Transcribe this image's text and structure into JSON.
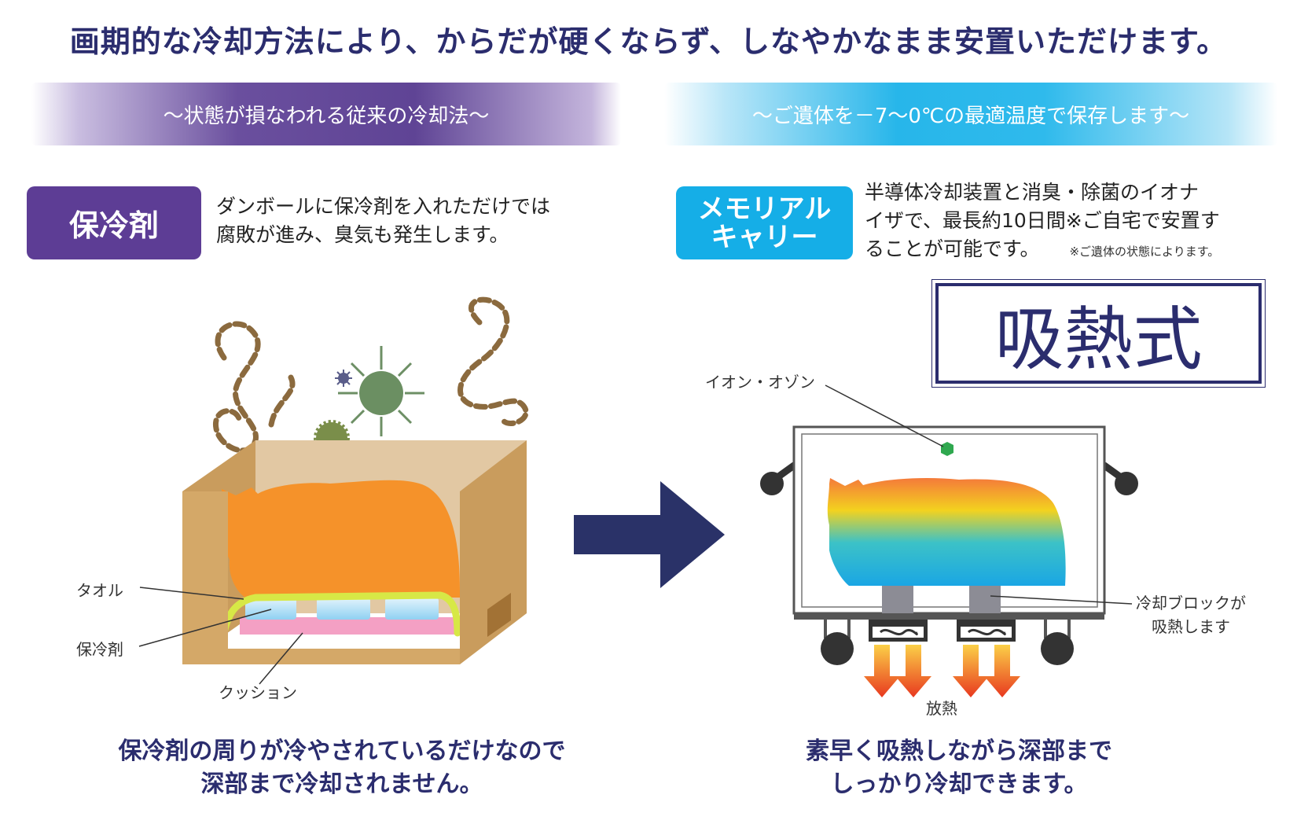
{
  "headline": "画期的な冷却方法により、からだが硬くならず、しなやかなまま安置いただけます。",
  "left": {
    "band": "～状態が損なわれる従来の冷却法～",
    "badge": "保冷剤",
    "description_line1": "ダンボールに保冷剤を入れただけでは",
    "description_line2": "腐敗が進み、臭気も発生します。",
    "labels": {
      "towel": "タオル",
      "ice_pack": "保冷剤",
      "cushion": "クッション"
    },
    "caption_line1": "保冷剤の周りが冷やされているだけなので",
    "caption_line2": "深部まで冷却されません。"
  },
  "right": {
    "band": "～ご遺体を－7～0℃の最適温度で保存します～",
    "badge_line1": "メモリアル",
    "badge_line2": "キャリー",
    "description_line1": "半導体冷却装置と消臭・除菌のイオナ",
    "description_line2": "イザで、最長約10日間※ご自宅で安置す",
    "description_line3": "ることが可能です。",
    "note": "※ご遺体の状態によります。",
    "method": "吸熱式",
    "labels": {
      "ion": "イオン・オゾン",
      "cooling_block_line1": "冷却ブロックが",
      "cooling_block_line2": "吸熱します",
      "heat": "放熱"
    },
    "caption_line1": "素早く吸熱しながら深部まで",
    "caption_line2": "しっかり冷却できます。"
  },
  "colors": {
    "navy": "#2b2d6e",
    "purple": "#5d3d95",
    "cyan": "#15aee7",
    "cardboard": "#d4a868",
    "cat_orange": "#f5922a"
  }
}
